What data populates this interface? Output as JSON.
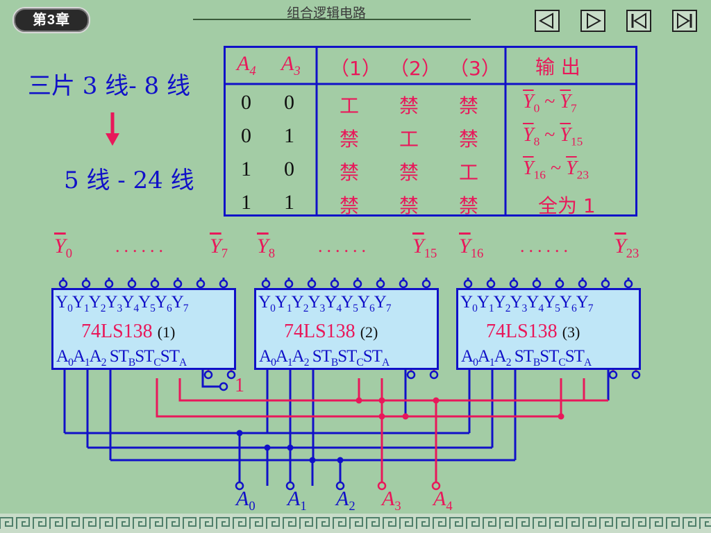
{
  "header": {
    "chapter_badge": "第3章",
    "title": "组合逻辑电路",
    "nav_buttons": [
      {
        "name": "prev-icon"
      },
      {
        "name": "next-icon"
      },
      {
        "name": "first-icon"
      },
      {
        "name": "last-icon"
      }
    ]
  },
  "note": {
    "line1": "三片 3 线- 8 线",
    "line2": "5 线 - 24 线",
    "arrow_icon": "down-arrow-icon"
  },
  "table": {
    "headers": {
      "a4": "A",
      "a4_sub": "4",
      "a3": "A",
      "a3_sub": "3",
      "c1": "（1）",
      "c2": "（2）",
      "c3": "（3）",
      "output": "输  出"
    },
    "rows": [
      {
        "a4": "0",
        "a3": "0",
        "s1": "工",
        "s2": "禁",
        "s3": "禁",
        "out_a": "Y",
        "out_a_sub": "0",
        "tilde": "~",
        "out_b": "Y",
        "out_b_sub": "7"
      },
      {
        "a4": "0",
        "a3": "1",
        "s1": "禁",
        "s2": "工",
        "s3": "禁",
        "out_a": "Y",
        "out_a_sub": "8",
        "tilde": "~",
        "out_b": "Y",
        "out_b_sub": "15"
      },
      {
        "a4": "1",
        "a3": "0",
        "s1": "禁",
        "s2": "禁",
        "s3": "工",
        "out_a": "Y",
        "out_a_sub": "16",
        "tilde": "~",
        "out_b": "Y",
        "out_b_sub": "23"
      },
      {
        "a4": "1",
        "a3": "1",
        "s1": "禁",
        "s2": "禁",
        "s3": "禁",
        "out_text": "全为 1"
      }
    ]
  },
  "chips": [
    {
      "name": "74LS138",
      "index": "(1)",
      "ylab_start": "Y",
      "ylab_start_sub": "0",
      "ylab_end": "Y",
      "ylab_end_sub": "7"
    },
    {
      "name": "74LS138",
      "index": "(2)",
      "ylab_start": "Y",
      "ylab_start_sub": "8",
      "ylab_end": "Y",
      "ylab_end_sub": "15"
    },
    {
      "name": "74LS138",
      "index": "(3)",
      "ylab_start": "Y",
      "ylab_start_sub": "16",
      "ylab_end": "Y",
      "ylab_end_sub": "23"
    }
  ],
  "pins": {
    "y": "Y",
    "y_subs": [
      "0",
      "1",
      "2",
      "3",
      "4",
      "5",
      "6",
      "7"
    ],
    "a": "A",
    "a_subs": [
      "0",
      "1",
      "2"
    ],
    "st": "ST",
    "st_subs": [
      "B",
      "C",
      "A"
    ]
  },
  "dots": "......",
  "high_level": "1",
  "inputs": [
    {
      "label": "A",
      "sub": "0"
    },
    {
      "label": "A",
      "sub": "1"
    },
    {
      "label": "A",
      "sub": "2"
    },
    {
      "label": "A",
      "sub": "3"
    },
    {
      "label": "A",
      "sub": "4"
    }
  ],
  "colors": {
    "background": "#a3cca5",
    "wire_blue": "#1010c8",
    "wire_red": "#e8185a",
    "chip_fill": "#bfe6f7"
  }
}
